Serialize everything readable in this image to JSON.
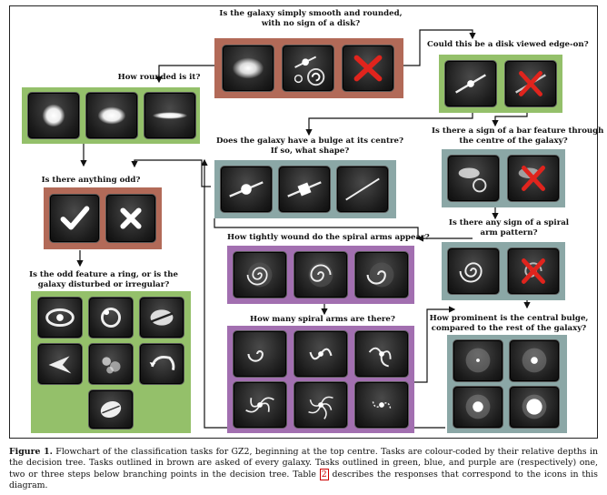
{
  "questions": {
    "q1": {
      "line1": "Is the galaxy simply smooth and rounded,",
      "line2": "with no sign of a disk?"
    },
    "q2": {
      "line1": "Could this be a disk viewed edge-on?"
    },
    "q3": {
      "line1": "How rounded is it?"
    },
    "q4": {
      "line1": "Is there a sign of a bar feature through",
      "line2": "the centre of the galaxy?"
    },
    "q5": {
      "line1": "Does the galaxy have a bulge at its centre?",
      "line2": "If so, what shape?"
    },
    "q6": {
      "line1": "Is there anything odd?"
    },
    "q7": {
      "line1": "Is there any sign of a spiral",
      "line2": "arm pattern?"
    },
    "q8": {
      "line1": "How tightly wound do the spiral arms appear?"
    },
    "q9": {
      "line1": "Is the odd feature a ring, or is the",
      "line2": "galaxy disturbed or irregular?"
    },
    "q10": {
      "line1": "How many spiral arms are there?"
    },
    "q11": {
      "line1": "How prominent is the central bulge,",
      "line2": "compared to the rest of the galaxy?"
    }
  },
  "icons": {
    "smooth": "smooth-galaxy-icon",
    "features": "features-or-disk-icon",
    "star": "star-artifact-icon",
    "edgeon_yes": "edge-on-disk-icon",
    "edgeon_no": "not-edge-on-icon",
    "round": "completely-round-icon",
    "between": "in-between-icon",
    "cigar": "cigar-shaped-icon",
    "bar_yes": "bar-icon",
    "bar_no": "no-bar-icon",
    "bulge_round": "rounded-bulge-icon",
    "bulge_boxy": "boxy-bulge-icon",
    "bulge_none": "no-bulge-icon",
    "odd_yes": "checkmark-icon",
    "odd_no": "x-icon",
    "spiral_yes": "spiral-icon",
    "spiral_no": "no-spiral-icon",
    "tight": "tight-spiral-icon",
    "medium": "medium-spiral-icon",
    "loose": "loose-spiral-icon"
  },
  "caption": {
    "label": "Figure 1.",
    "text_a": " Flowchart of the classification tasks for GZ2, beginning at the top centre. Tasks are colour-coded by their relative depths in the decision tree. Tasks outlined in brown are asked of every galaxy. Tasks outlined in green, blue, and purple are (respectively) one, two or three steps below branching points in the decision tree. Table ",
    "table_ref": "2",
    "text_b": " describes the responses that correspond to the icons in this diagram."
  },
  "colors": {
    "brown": "#b26a58",
    "green": "#94c06a",
    "blue": "#8ba7a6",
    "purple": "#a26fb0",
    "x_red": "#e0241d"
  }
}
